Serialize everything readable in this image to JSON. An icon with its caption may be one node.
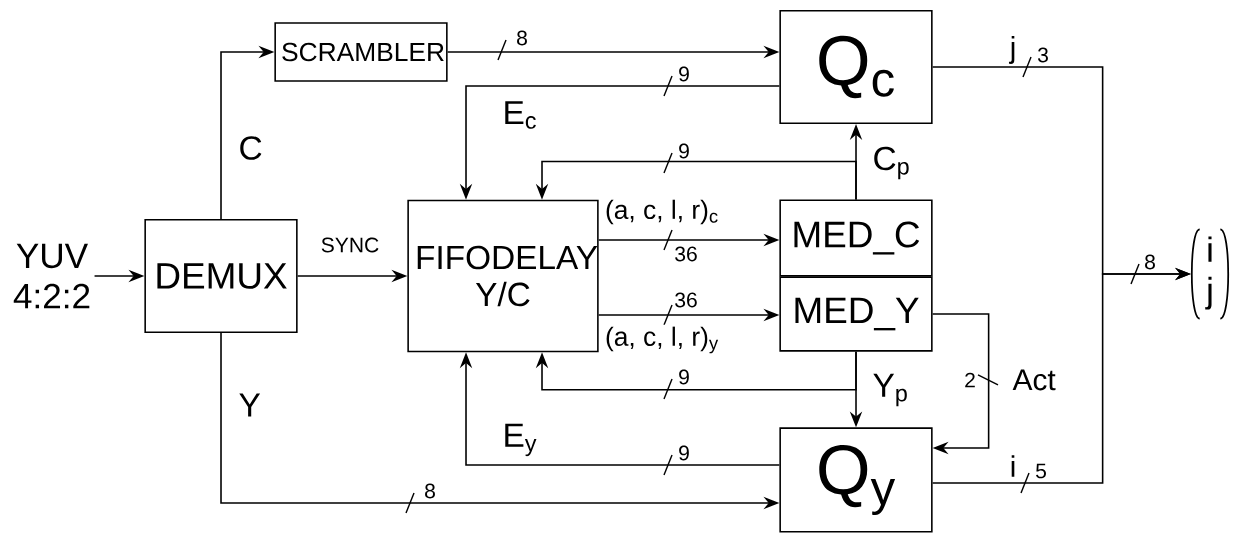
{
  "diagram": {
    "nodes": [
      {
        "text": [
          "YUV 4:2:2"
        ]
      },
      {
        "text": [
          "DEMUX"
        ]
      },
      {
        "text": [
          "SCRAMBLER"
        ]
      },
      {
        "text": [
          "FIFODELAY Y/C"
        ]
      },
      {
        "text": [
          "Q$_{c}$"
        ]
      },
      {
        "text": [
          "MED_C"
        ]
      },
      {
        "text": [
          "MED_Y"
        ]
      },
      {
        "text": [
          "Q$_{y}$"
        ]
      },
      {
        "text": [
          "i",
          "j"
        ]
      }
    ],
    "edges": [
      {
        "from": 0,
        "to": 1,
        "arrow": "to"
      },
      {
        "from": 1,
        "to": 2,
        "arrow": "to",
        "label": "C"
      },
      {
        "from": 1,
        "to": 3,
        "arrow": "to",
        "label": "SYNC"
      },
      {
        "from": 1,
        "to": 7,
        "arrow": "to",
        "label": "Y"
      },
      {
        "from": 2,
        "to": 4,
        "arrow": "to"
      },
      {
        "from": 4,
        "to": 3,
        "arrow": "to",
        "label": "E$_{c}$"
      },
      {
        "from": 5,
        "to": 4,
        "arrow": "to",
        "label": "C$_{p}$"
      },
      {
        "from": 5,
        "to": 3,
        "arrow": "to"
      },
      {
        "from": 3,
        "to": 5,
        "arrow": "to",
        "label": "(a, c, l, r)$_{c}$"
      },
      {
        "from": 3,
        "to": 6,
        "arrow": "to",
        "label": "(a, c, l, r)$_{y}$"
      },
      {
        "from": 6,
        "to": 7,
        "arrow": "to",
        "label": "Y$_{p}$"
      },
      {
        "from": 6,
        "to": 3,
        "arrow": "to"
      },
      {
        "from": 6,
        "to": 7,
        "arrow": "to",
        "label": "Act"
      },
      {
        "from": 7,
        "to": 3,
        "arrow": "to",
        "label": "E$_{y}$"
      },
      {
        "from": 4,
        "to": 8,
        "arrow": "to",
        "label": "j"
      },
      {
        "from": 7,
        "to": 8,
        "arrow": "to",
        "label": "i"
      }
    ],
    "labels": [
      "8",
      "9",
      "3",
      "9",
      "36",
      "36",
      "8",
      "2",
      "9",
      "9",
      "5",
      "8"
    ]
  }
}
